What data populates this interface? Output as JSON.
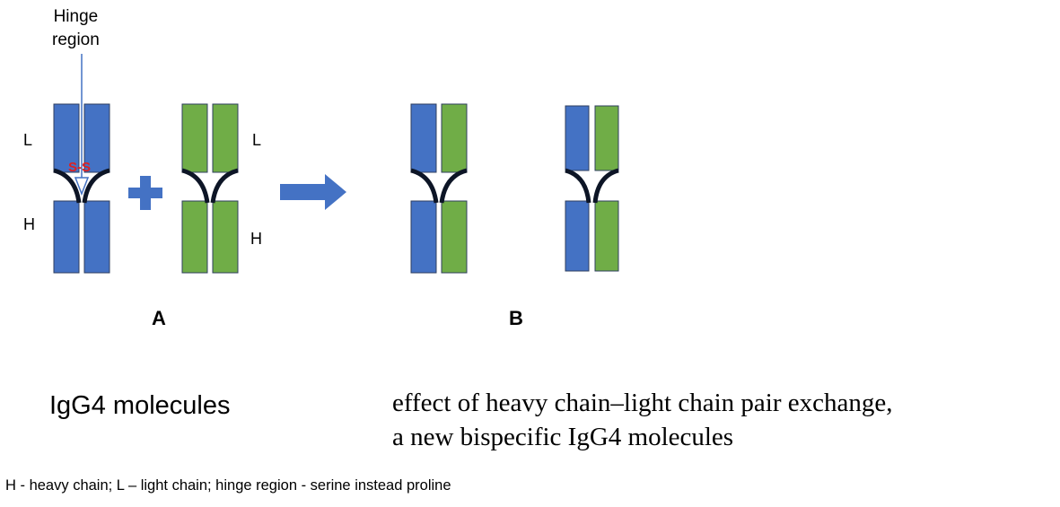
{
  "hinge_label_line1": "Hinge",
  "hinge_label_line2": "region",
  "label_L": "L",
  "label_H": "H",
  "disulfide_label": "S-S",
  "panel_a_label": "A",
  "panel_b_label": "B",
  "caption_a": "IgG4 molecules",
  "caption_b_line1": "effect of heavy chain–light chain pair exchange,",
  "caption_b_line2": "a new bispecific IgG4 molecules",
  "footnote": "H - heavy chain; L – light chain; hinge region - serine instead proline",
  "colors": {
    "blue_chain": "#4472C4",
    "green_chain": "#70AD47",
    "hinge_curve": "#0d1526",
    "disulfide": "#e02020",
    "arrow_blue": "#4472C4",
    "outline": "#2f3f5f"
  }
}
